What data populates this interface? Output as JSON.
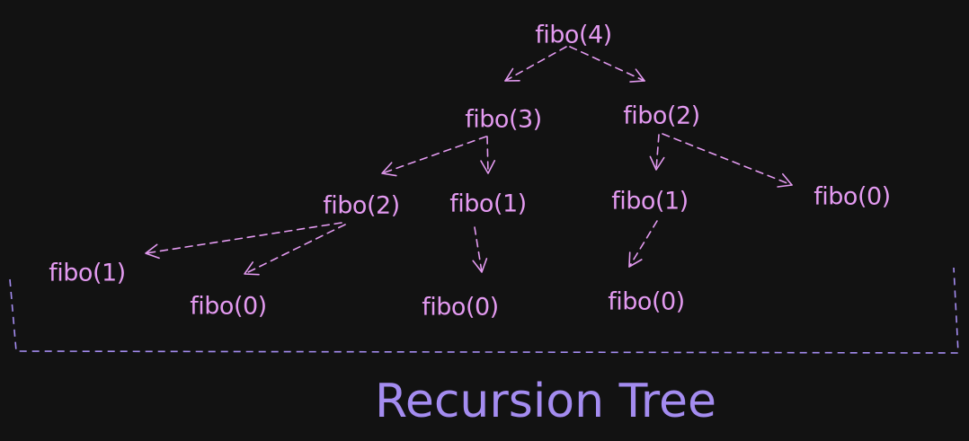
{
  "diagram": {
    "caption": "Recursion Tree",
    "colors": {
      "background": "#121212",
      "node": "#e39af0",
      "bracket": "#a48cf0"
    },
    "nodes": [
      {
        "id": "n0",
        "label": "fibo(4)"
      },
      {
        "id": "n1",
        "label": "fibo(3)"
      },
      {
        "id": "n2",
        "label": "fibo(2)"
      },
      {
        "id": "n3",
        "label": "fibo(2)"
      },
      {
        "id": "n4",
        "label": "fibo(1)"
      },
      {
        "id": "n5",
        "label": "fibo(1)"
      },
      {
        "id": "n6",
        "label": "fibo(0)"
      },
      {
        "id": "n7",
        "label": "fibo(1)"
      },
      {
        "id": "n8",
        "label": "fibo(0)"
      },
      {
        "id": "n9",
        "label": "fibo(0)"
      },
      {
        "id": "n10",
        "label": "fibo(0)"
      }
    ],
    "edges": [
      {
        "from": "n0",
        "to": "n1"
      },
      {
        "from": "n0",
        "to": "n2"
      },
      {
        "from": "n1",
        "to": "n3"
      },
      {
        "from": "n1",
        "to": "n4"
      },
      {
        "from": "n2",
        "to": "n5"
      },
      {
        "from": "n2",
        "to": "n6"
      },
      {
        "from": "n3",
        "to": "n7"
      },
      {
        "from": "n3",
        "to": "n8"
      },
      {
        "from": "n4",
        "to": "n9"
      },
      {
        "from": "n5",
        "to": "n10"
      }
    ]
  }
}
